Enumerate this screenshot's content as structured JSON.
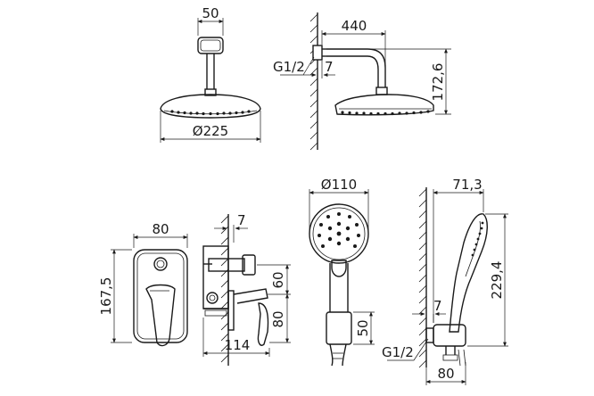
{
  "dimensions": {
    "overhead_arm_width": "50",
    "overhead_head_diameter": "Ø225",
    "wall_arm_length": "440",
    "wall_arm_height": "172,6",
    "wall_thread": "G1/2",
    "wall_offset": "7",
    "mixer_plate_width": "80",
    "mixer_plate_height": "167,5",
    "mixer_side_offset": "7",
    "mixer_upper_spacing": "60",
    "mixer_lower_spacing": "80",
    "mixer_depth": "114",
    "hand_shower_diameter": "Ø110",
    "hand_shower_holder": "50",
    "hand_side_width": "71,3",
    "hand_side_height": "229,4",
    "hand_side_offset": "7",
    "hand_thread": "G1/2",
    "hand_bracket_width": "80"
  },
  "colors": {
    "line": "#1a1a1a",
    "background": "#ffffff"
  }
}
